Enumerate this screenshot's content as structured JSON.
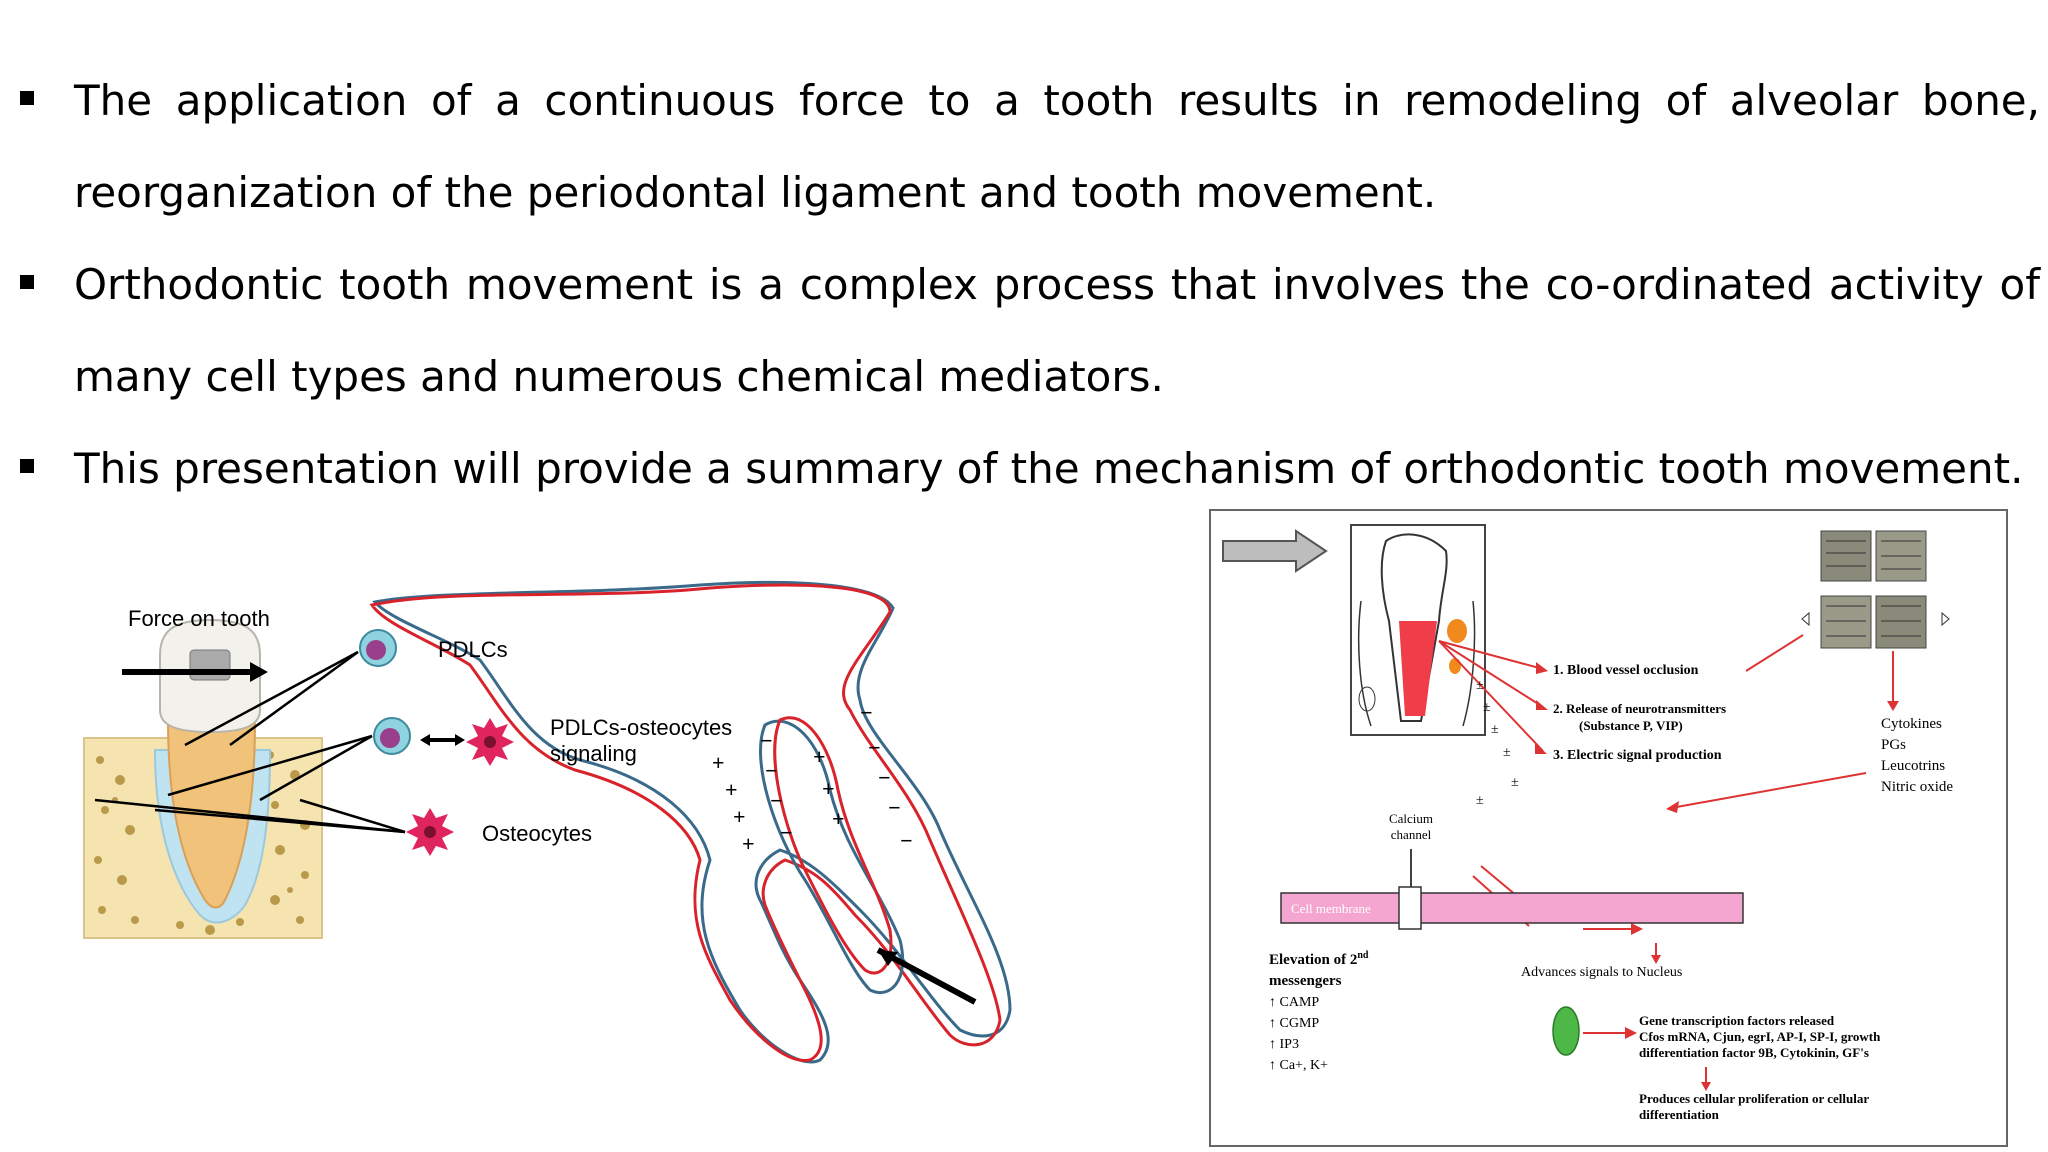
{
  "bullets": [
    {
      "text": "The application of a continuous force to a tooth results in remodeling of alveolar bone, reorganization of the periodontal ligament and tooth movement."
    },
    {
      "text": "Orthodontic tooth movement is a complex process that involves the co-ordinated activity of many cell types and numerous chemical mediators."
    },
    {
      "text": "This presentation will provide a summary of the mechanism of orthodontic tooth movement."
    }
  ],
  "left_figure": {
    "force_label": "Force on tooth",
    "pdlcs_label": "PDLCs",
    "signaling_label_1": "PDLCs-osteocytes",
    "signaling_label_2": "signaling",
    "osteocytes_label": "Osteocytes"
  },
  "right_figure": {
    "step1": "1.  Blood vessel occlusion",
    "step2a": "2. Release of neurotransmitters",
    "step2b": "(Substance P, VIP)",
    "step3": "3. Electric signal production",
    "calcium_1": "Calcium",
    "calcium_2": "channel",
    "cell_membrane": "Cell membrane",
    "mediators": [
      "Cytokines",
      "PGs",
      "Leucotrins",
      "Nitric oxide"
    ],
    "elevation_1": "Elevation of 2",
    "elevation_sup": "nd",
    "elevation_2": "messengers",
    "messengers": [
      "↑ CAMP",
      "↑ CGMP",
      "↑ IP3",
      "↑ Ca+, K+"
    ],
    "advances": "Advances signals to  Nucleus",
    "gene_lines": [
      "Gene transcription factors released",
      "Cfos mRNA, Cjun, egrI, AP-I, SP-I, growth",
      "differentiation factor 9B, Cytokinin, GF's"
    ],
    "produces_lines": [
      "Produces cellular proliferation or cellular",
      "differentiation"
    ]
  }
}
